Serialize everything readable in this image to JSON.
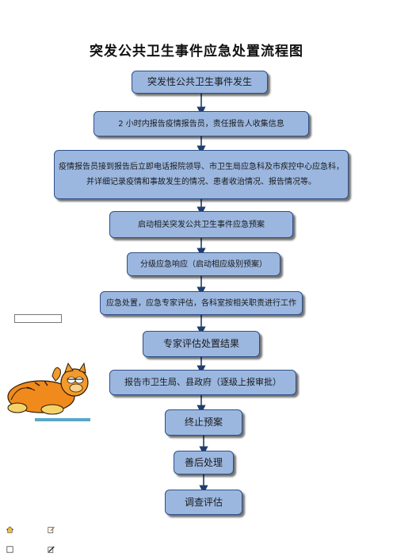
{
  "title": "突发公共卫生事件应急处置流程图",
  "steps": [
    {
      "id": "s1",
      "lines": [
        "突发性公共卫生事件发生"
      ]
    },
    {
      "id": "s2",
      "lines": [
        "2 小时内报告疫情报告员，责任报告人收集信息"
      ]
    },
    {
      "id": "s3",
      "lines": [
        "疫情报告员接到报告后立即电话报院领导、市卫生局应急科及市疾控中心应急科，",
        "并详细记录疫情和事故发生的情况、患者收治情况、报告情况等。"
      ]
    },
    {
      "id": "s4",
      "lines": [
        "启动相关突发公共卫生事件应急预案"
      ]
    },
    {
      "id": "s5",
      "lines": [
        "分级应急响应（启动相应级别预案）"
      ]
    },
    {
      "id": "s6",
      "lines": [
        "应急处置，应急专家评估，各科室按相关职责进行工作"
      ]
    },
    {
      "id": "s7",
      "lines": [
        "专家评估处置结果"
      ]
    },
    {
      "id": "s8",
      "lines": [
        "报告市卫生局、县政府（逐级上报审批）"
      ]
    },
    {
      "id": "s9",
      "lines": [
        "终止预案"
      ]
    },
    {
      "id": "s10",
      "lines": [
        "善后处理"
      ]
    },
    {
      "id": "s11",
      "lines": [
        "调查评估"
      ]
    }
  ],
  "colors": {
    "box_fill": "#9bb7e0",
    "box_border": "#2f4f86",
    "arrow": "#1f3d6e"
  },
  "decor": {
    "cartoon": "garfield-cat-picture",
    "footer_icons": [
      "home-icon",
      "edit-icon",
      "square-icon",
      "pencil-icon"
    ]
  }
}
